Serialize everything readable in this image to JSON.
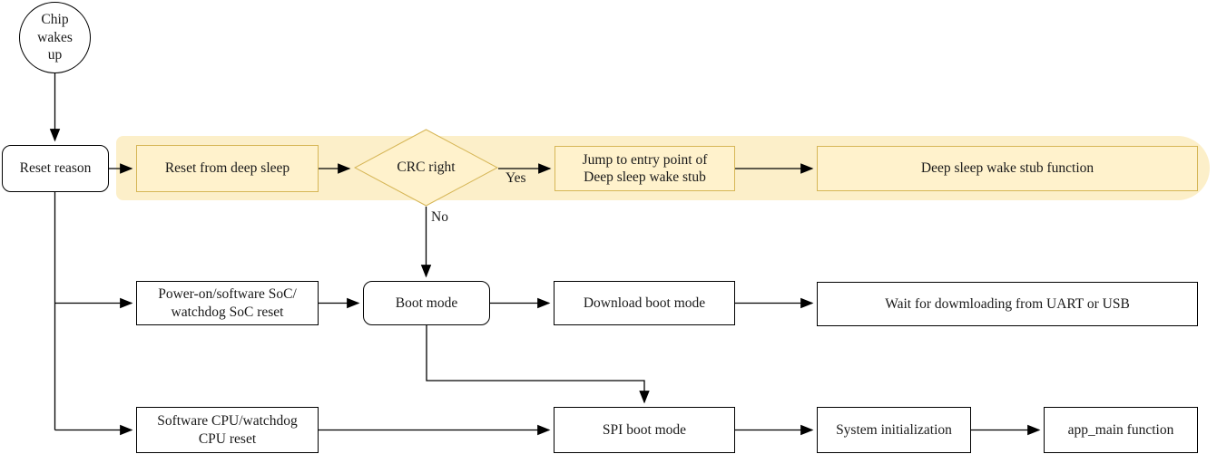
{
  "diagram": {
    "type": "flowchart",
    "nodes": {
      "chip_wakes_up": {
        "label": "Chip\nwakes\nup",
        "shape": "circle"
      },
      "reset_reason": {
        "label": "Reset reason",
        "shape": "rounded-rect"
      },
      "reset_from_deep_sleep": {
        "label": "Reset from deep sleep",
        "shape": "rect",
        "highlighted": true
      },
      "crc_right": {
        "label": "CRC right",
        "shape": "diamond",
        "highlighted": true
      },
      "jump_to_entry_point": {
        "label": "Jump to entry point of\nDeep sleep wake stub",
        "shape": "rect",
        "highlighted": true
      },
      "deep_sleep_wake_stub_function": {
        "label": "Deep sleep wake stub function",
        "shape": "rect",
        "highlighted": true
      },
      "power_on_soc_reset": {
        "label": "Power-on/software SoC/\nwatchdog SoC reset",
        "shape": "rect"
      },
      "boot_mode": {
        "label": "Boot mode",
        "shape": "rounded-rect"
      },
      "download_boot_mode": {
        "label": "Download boot mode",
        "shape": "rect"
      },
      "wait_for_downloading": {
        "label": "Wait for dowmloading from UART or USB",
        "shape": "rect"
      },
      "software_cpu_reset": {
        "label": "Software CPU/watchdog\nCPU reset",
        "shape": "rect"
      },
      "spi_boot_mode": {
        "label": "SPI boot mode",
        "shape": "rect"
      },
      "system_initialization": {
        "label": "System initialization",
        "shape": "rect"
      },
      "app_main_function": {
        "label": "app_main function",
        "shape": "rect"
      }
    },
    "edge_labels": {
      "yes": "Yes",
      "no": "No"
    },
    "colors": {
      "highlight_band_fill": "#FCEFC9",
      "highlight_node_fill": "#FFF2CC",
      "highlight_node_border": "#D6B656",
      "node_fill": "#FFFFFF",
      "node_border": "#000000",
      "edge_color": "#000000",
      "text_color": "#1A1A1A",
      "background": "#FFFFFF"
    }
  }
}
